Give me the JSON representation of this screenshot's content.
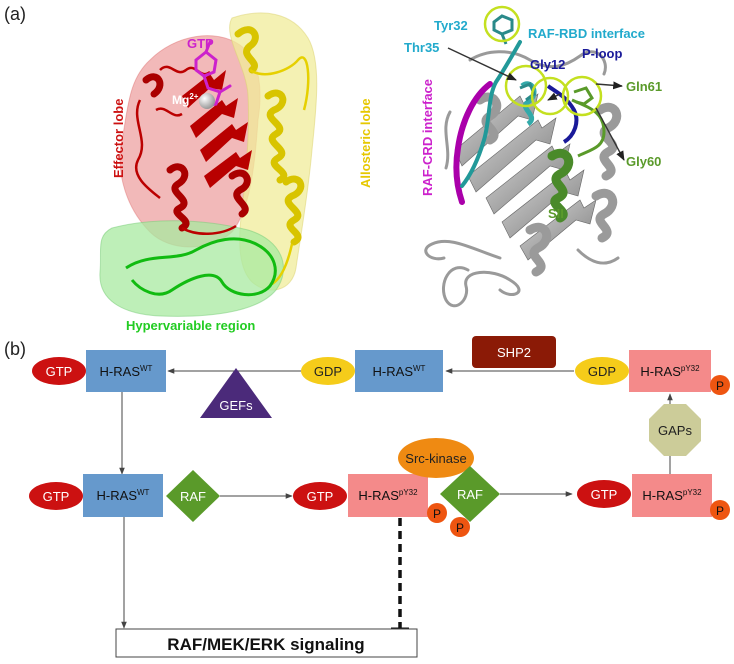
{
  "panel_a": {
    "label": "(a)",
    "left_structure": {
      "gtp": "GTP",
      "mg": "Mg",
      "mg_charge": "2+",
      "effector_lobe": "Effector lobe",
      "allosteric_lobe": "Allosteric lobe",
      "hypervariable_region": "Hypervariable region"
    },
    "right_structure": {
      "tyr32": "Tyr32",
      "raf_rbd_interface": "RAF-RBD interface",
      "thr35": "Thr35",
      "gly12": "Gly12",
      "p_loop": "P-loop",
      "gln61": "Gln61",
      "raf_crd_interface": "RAF-CRD interface",
      "gly60": "Gly60",
      "sii": "SII"
    }
  },
  "panel_b": {
    "label": "(b)",
    "nodes": {
      "gtp_top_left": "GTP",
      "hras_wt_top": "H-RAS",
      "hras_wt_top_sup": "WT",
      "gdp_mid": "GDP",
      "hras_wt_mid": "H-RAS",
      "hras_wt_mid_sup": "WT",
      "shp2": "SHP2",
      "gdp_right": "GDP",
      "hras_py32_top": "H-RAS",
      "hras_py32_top_sup": "pY32",
      "p_top": "P",
      "gefs": "GEFs",
      "gaps": "GAPs",
      "gtp_row2_left": "GTP",
      "hras_wt_row2": "H-RAS",
      "hras_wt_row2_sup": "WT",
      "raf_left": "RAF",
      "gtp_row2_mid": "GTP",
      "hras_py32_mid": "H-RAS",
      "hras_py32_mid_sup": "pY32",
      "p_mid": "P",
      "src_kinase": "Src-kinase",
      "raf_right": "RAF",
      "p_raf": "P",
      "gtp_row2_right": "GTP",
      "hras_py32_right": "H-RAS",
      "hras_py32_right_sup": "pY32",
      "p_right": "P",
      "signaling": "RAF/MEK/ERK signaling"
    }
  },
  "colors": {
    "gtp_red": "#cc1111",
    "hras_wt_blue": "#6699cc",
    "hras_py32_pink": "#f48a8a",
    "gdp_yellow": "#f5cc1a",
    "shp2_brown": "#8b1a06",
    "gefs_purple": "#4b2a7a",
    "gaps_khaki": "#cccc99",
    "raf_green": "#5a9a2a",
    "src_orange": "#ef8a12",
    "phospho_orange": "#ee5511",
    "effector_red": "#cc1111",
    "allosteric_yellow": "#e6c800",
    "hvr_green": "#22cc22",
    "gtp_magenta": "#cc22cc",
    "rbd_cyan": "#22aacc",
    "ploop_blue": "#1a1a99",
    "gln_green": "#5a9a2a",
    "crd_magenta": "#cc22cc"
  }
}
